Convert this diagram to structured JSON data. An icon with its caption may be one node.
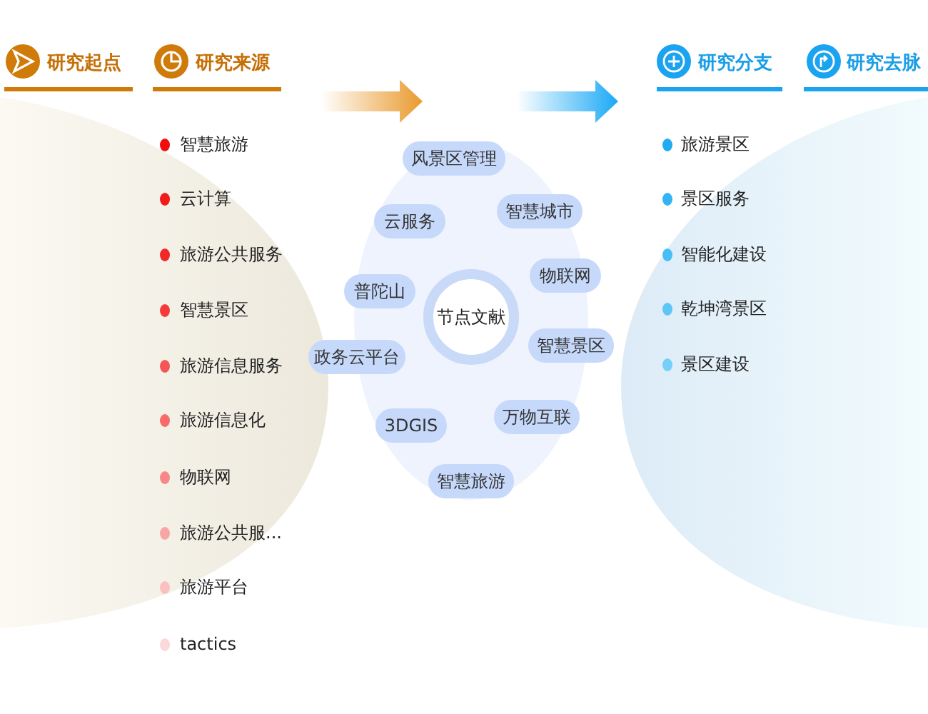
{
  "diagram": {
    "nodes": [
      {
        "text": [
          "节点文献"
        ]
      },
      {
        "text": [
          "风景区管理"
        ]
      },
      {
        "text": [
          "智慧城市"
        ]
      },
      {
        "text": [
          "云服务"
        ]
      },
      {
        "text": [
          "物联网"
        ]
      },
      {
        "text": [
          "普陀山"
        ]
      },
      {
        "text": [
          "智慧景区"
        ]
      },
      {
        "text": [
          "政务云平台"
        ]
      },
      {
        "text": [
          "万物互联"
        ]
      },
      {
        "text": [
          "3DGIS"
        ]
      },
      {
        "text": [
          "智慧旅游"
        ]
      }
    ],
    "labels": [
      "研究起点",
      "研究来源",
      "研究分支",
      "研究去脉",
      "智慧旅游",
      "云计算",
      "旅游公共服务",
      "智慧景区",
      "旅游信息服务",
      "旅游信息化",
      "物联网",
      "旅游公共服...",
      "旅游平台",
      "tactics",
      "旅游景区",
      "景区服务",
      "智能化建设",
      "乾坤湾景区",
      "景区建设"
    ]
  }
}
